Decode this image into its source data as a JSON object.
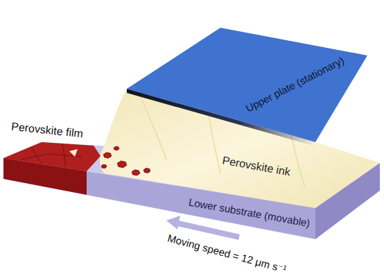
{
  "diagram": {
    "labels": [
      "Perovskite film",
      "Upper plate (stationary)",
      "Perovskite ink",
      "Lower substrate (movable)",
      "Moving speed = 12 μm s⁻¹"
    ]
  }
}
